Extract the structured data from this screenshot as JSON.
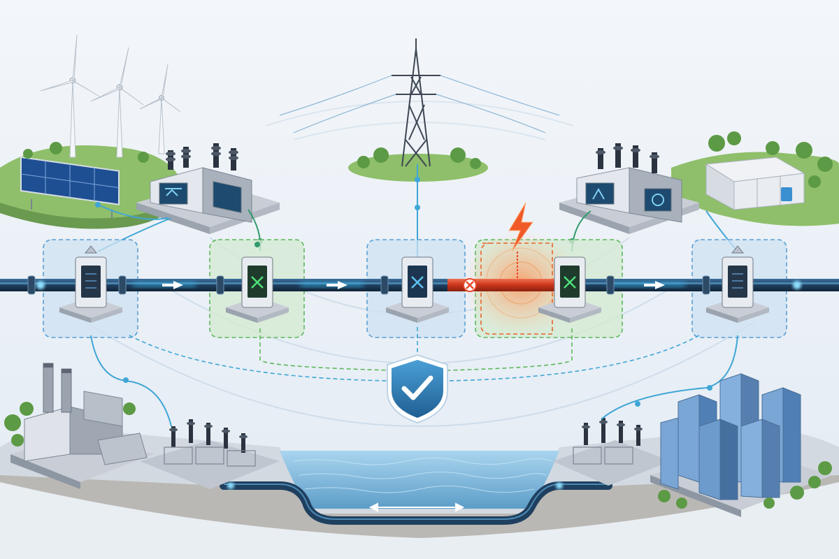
{
  "scene": {
    "background_top": "#f3f6fa",
    "background_bottom": "#e3ebf3"
  },
  "palette": {
    "cable_dark": "#1f3f5f",
    "cable_glow": "#38b6e8",
    "zone_blue": "#5a9fd4",
    "zone_green": "#5cb85c",
    "fault_red": "#e8482b",
    "fault_orange": "#f39a5c",
    "shield": "#2f7fb8",
    "check": "#ffffff",
    "water": "#8cc4e6",
    "grass": "#8fbf6a",
    "building_blue": "#5f8fc6",
    "concrete": "#c9ced6"
  },
  "sources": [
    {
      "name": "wind-turbines",
      "type": "wind"
    },
    {
      "name": "solar-farm",
      "type": "solar"
    },
    {
      "name": "transmission-tower",
      "type": "tower"
    },
    {
      "name": "battery-storage",
      "type": "battery"
    }
  ],
  "converter_stations": [
    {
      "name": "converter-station-left",
      "icon": "ac-dc-symbol"
    },
    {
      "name": "converter-station-right",
      "icon": "dc-ac-symbol"
    }
  ],
  "breakers": [
    {
      "name": "breaker-1",
      "zone_status": "normal",
      "zone_color": "blue"
    },
    {
      "name": "breaker-2",
      "zone_status": "closed",
      "zone_color": "green"
    },
    {
      "name": "breaker-3",
      "zone_status": "normal",
      "zone_color": "blue"
    },
    {
      "name": "breaker-4",
      "zone_status": "isolating",
      "zone_color": "green"
    },
    {
      "name": "breaker-5",
      "zone_status": "normal",
      "zone_color": "blue"
    }
  ],
  "fault": {
    "icon": "lightning-bolt-icon",
    "marker": "x-marker-icon",
    "status": "fault"
  },
  "protection": {
    "icon": "shield-check-icon"
  },
  "loads": [
    {
      "name": "industrial-plant",
      "type": "factory"
    },
    {
      "name": "substation-left",
      "type": "substation"
    },
    {
      "name": "substation-right",
      "type": "substation"
    },
    {
      "name": "city-district",
      "type": "city"
    }
  ],
  "subsea": {
    "name": "subsea-cable",
    "arrow": "bidirectional-arrow-icon"
  }
}
